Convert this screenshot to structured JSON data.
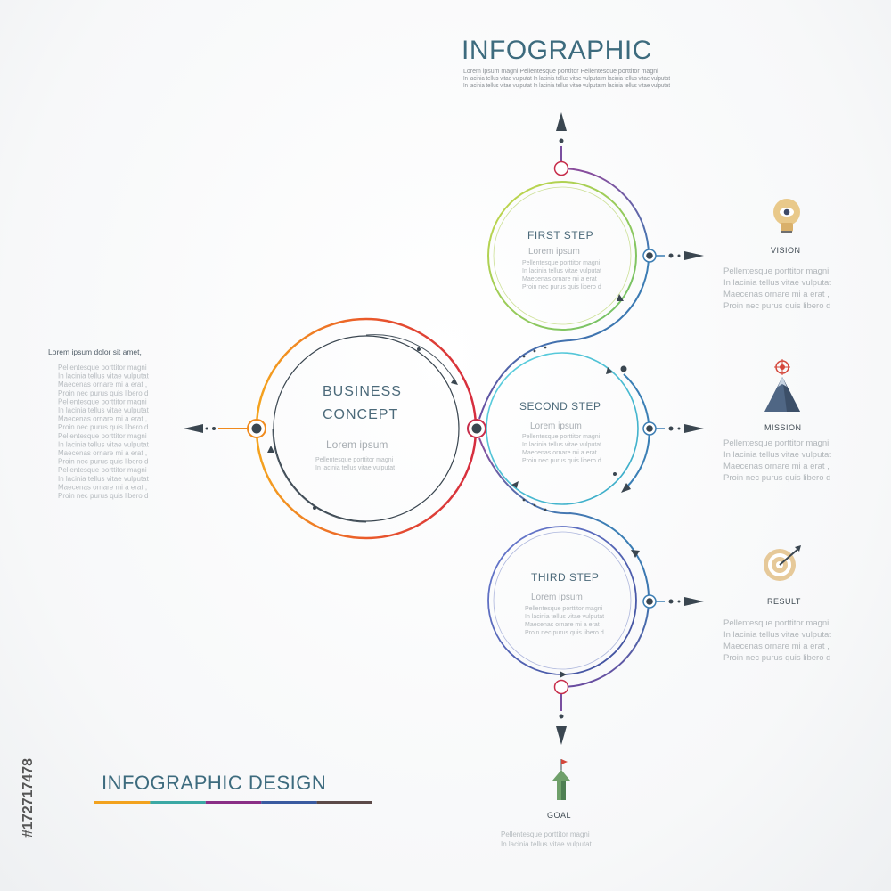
{
  "header": {
    "title": "INFOGRAPHIC",
    "lines": [
      "Lorem ipsum magni Pellentesque porttitor Pellentesque porttitor magni",
      "In lacinia tellus vitae vulputat In lacinia tellus vitae vulputatm lacinia tellus vitae vulputat",
      "In lacinia tellus vitae vulputat In lacinia tellus vitae vulputatm lacinia tellus vitae vulputat"
    ]
  },
  "center": {
    "title_line1": "BUSINESS",
    "title_line2": "CONCEPT",
    "subtitle": "Lorem ipsum",
    "small_lines": [
      "Pellentesque porttitor magni",
      "In lacinia tellus vitae vulputat"
    ]
  },
  "steps": [
    {
      "title": "FIRST STEP",
      "subtitle": "Lorem ipsum",
      "small_lines": [
        "Pellentesque porttitor magni",
        "In lacinia tellus vitae vulputat",
        "Maecenas ornare mi a erat",
        "Proin nec purus quis libero d"
      ]
    },
    {
      "title": "SECOND STEP",
      "subtitle": "Lorem ipsum",
      "small_lines": [
        "Pellentesque porttitor magni",
        "In lacinia tellus vitae vulputat",
        "Maecenas ornare mi a erat",
        "Proin nec purus quis libero d"
      ]
    },
    {
      "title": "THIRD STEP",
      "subtitle": "Lorem ipsum",
      "small_lines": [
        "Pellentesque porttitor magni",
        "In lacinia tellus vitae vulputat",
        "Maecenas ornare mi a erat",
        "Proin nec purus quis libero d"
      ]
    }
  ],
  "side_items": [
    {
      "label": "VISION",
      "icon": "lightbulb-icon",
      "lines": [
        "Pellentesque porttitor magni",
        "In lacinia tellus vitae vulputat",
        "Maecenas ornare mi a erat ,",
        "Proin nec purus quis libero d"
      ]
    },
    {
      "label": "MISSION",
      "icon": "mountain-icon",
      "lines": [
        "Pellentesque porttitor magni",
        "In lacinia tellus vitae vulputat",
        "Maecenas ornare mi a erat ,",
        "Proin nec purus quis libero d"
      ]
    },
    {
      "label": "RESULT",
      "icon": "target-icon",
      "lines": [
        "Pellentesque porttitor magni",
        "In lacinia tellus vitae vulputat",
        "Maecenas ornare mi a erat ,",
        "Proin nec purus quis libero d"
      ]
    }
  ],
  "left_block": {
    "heading": "Lorem ipsum dolor sit amet,",
    "lines": [
      "Pellentesque porttitor magni",
      "In lacinia tellus vitae vulputat",
      "Maecenas ornare mi a erat ,",
      "Proin nec purus quis libero d",
      "Pellentesque porttitor magni",
      "In lacinia tellus vitae vulputat",
      "Maecenas ornare mi a erat ,",
      "Proin nec purus quis libero d",
      "Pellentesque porttitor magni",
      "In lacinia tellus vitae vulputat",
      "Maecenas ornare mi a erat ,",
      "Proin nec purus quis libero d",
      "Pellentesque porttitor magni",
      "In lacinia tellus vitae vulputat",
      "Maecenas ornare mi a erat ,",
      "Proin nec purus quis libero d"
    ]
  },
  "goal": {
    "label": "GOAL",
    "icon": "flag-arrow-icon",
    "lines": [
      "Pellentesque porttitor magni",
      "In lacinia tellus vitae vulputat"
    ]
  },
  "footer": {
    "title": "INFOGRAPHIC DESIGN",
    "bar_colors": [
      "#f2a21e",
      "#3aa8a4",
      "#8a2f86",
      "#3a5aa0",
      "#5c4a48"
    ]
  },
  "stock_id": "#172717478",
  "colors": {
    "orange": "#f08a1c",
    "red": "#d9303c",
    "green": "#a4c83c",
    "teal": "#48c2d0",
    "blue": "#3b7db3",
    "indigo": "#4b5aa8",
    "purple": "#7a4fa0",
    "dark": "#3a4650"
  }
}
